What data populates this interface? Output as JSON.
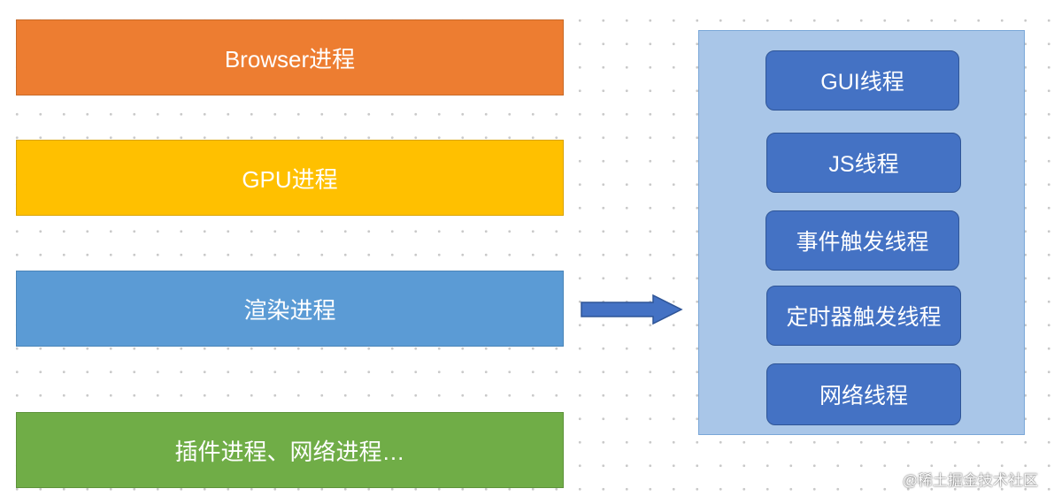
{
  "processes": [
    {
      "label": "Browser进程",
      "color": "#ed7d31"
    },
    {
      "label": "GPU进程",
      "color": "#ffc000"
    },
    {
      "label": "渲染进程",
      "color": "#5b9bd5"
    },
    {
      "label": "插件进程、网络进程…",
      "color": "#70ad47"
    }
  ],
  "threads": [
    {
      "label": "GUI线程"
    },
    {
      "label": "JS线程"
    },
    {
      "label": "事件触发线程"
    },
    {
      "label": "定时器触发线程"
    },
    {
      "label": "网络线程"
    }
  ],
  "colors": {
    "thread_box": "#4472c4",
    "thread_container": "#a9c6e8",
    "arrow": "#4472c4"
  },
  "watermark": "@稀土掘金技术社区"
}
